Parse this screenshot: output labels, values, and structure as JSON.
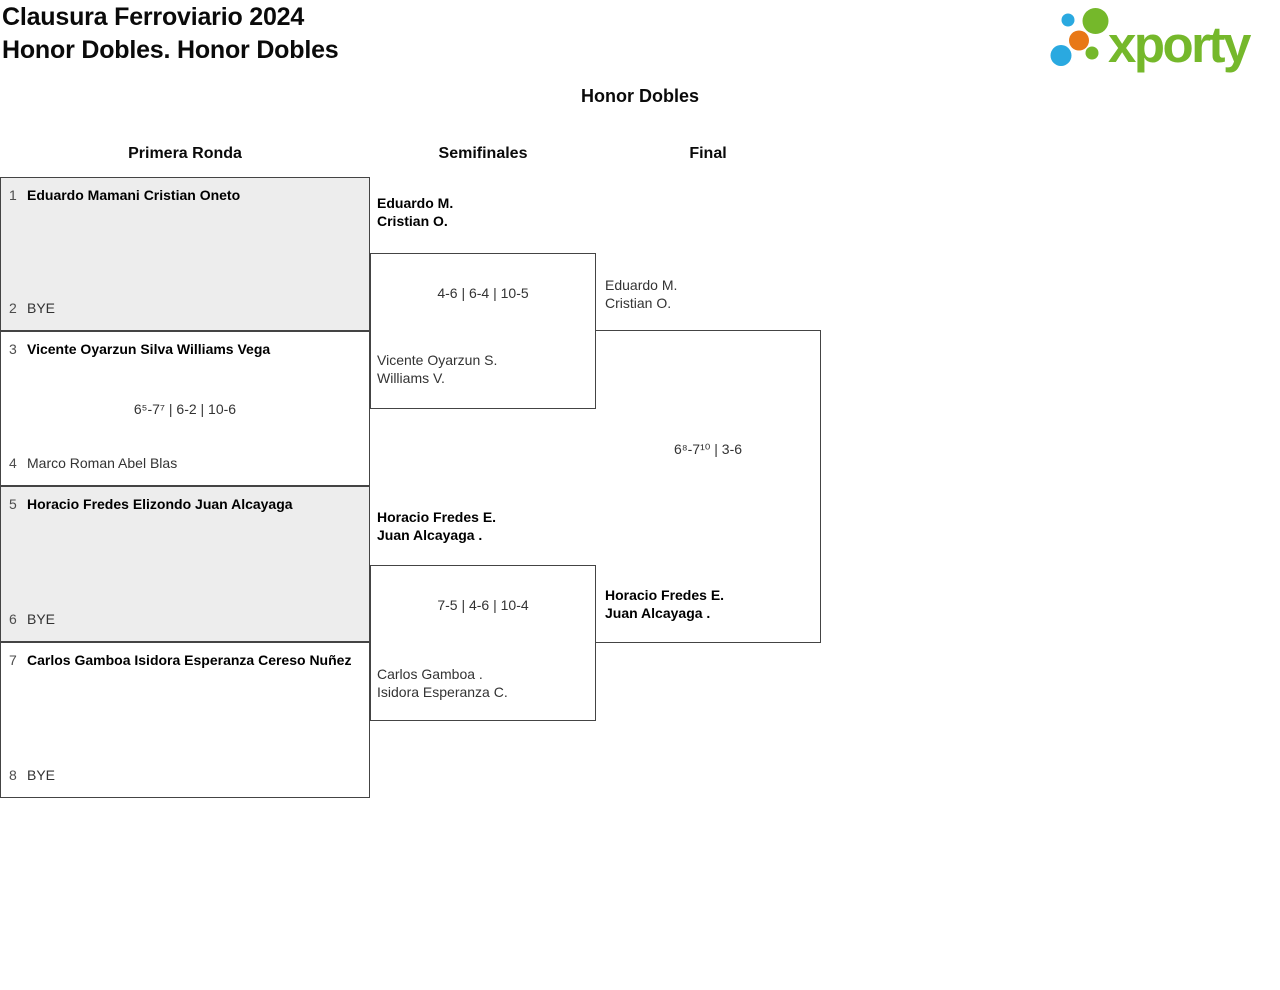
{
  "header": {
    "title_line1": "Clausura Ferroviario 2024",
    "title_line2": "Honor Dobles. Honor Dobles",
    "logo_text": "xporty"
  },
  "colors": {
    "logo_green": "#75b82b",
    "logo_blue": "#2aa9e0",
    "logo_orange": "#e87816",
    "match_fill_gray": "#ededed",
    "border": "#444444"
  },
  "bracket": {
    "title": "Honor Dobles",
    "round_headers": [
      "Primera Ronda",
      "Semifinales",
      "Final"
    ],
    "first_round": {
      "match1": {
        "top": {
          "seed": "1",
          "line1": "Eduardo Mamani",
          "line2": "Cristian Oneto"
        },
        "bottom": {
          "seed": "2",
          "line1": "BYE"
        }
      },
      "match2": {
        "top": {
          "seed": "3",
          "line1": "Vicente Oyarzun Silva",
          "line2": "Williams Vega"
        },
        "bottom": {
          "seed": "4",
          "line1": "Marco Roman",
          "line2": "Abel Blas"
        },
        "score": "6⁵-7⁷ | 6-2 | 10-6"
      },
      "match3": {
        "top": {
          "seed": "5",
          "line1": "Horacio Fredes Elizondo",
          "line2": "Juan Alcayaga"
        },
        "bottom": {
          "seed": "6",
          "line1": "BYE"
        }
      },
      "match4": {
        "top": {
          "seed": "7",
          "line1": "Carlos Gamboa",
          "line2": "Isidora Esperanza Cereso Nuñez"
        },
        "bottom": {
          "seed": "8",
          "line1": "BYE"
        }
      }
    },
    "semifinals": {
      "match1": {
        "top": {
          "line1": "Eduardo M.",
          "line2": "Cristian O."
        },
        "bottom": {
          "line1": "Vicente Oyarzun S.",
          "line2": "Williams V."
        },
        "score": "4-6 | 6-4 | 10-5"
      },
      "match2": {
        "top": {
          "line1": "Horacio Fredes E.",
          "line2": "Juan Alcayaga ."
        },
        "bottom": {
          "line1": "Carlos Gamboa .",
          "line2": "Isidora Esperanza C."
        },
        "score": "7-5 | 4-6 | 10-4"
      }
    },
    "final": {
      "top": {
        "line1": "Eduardo M.",
        "line2": "Cristian O."
      },
      "bottom": {
        "line1": "Horacio Fredes E.",
        "line2": "Juan Alcayaga ."
      },
      "score": "6⁸-7¹⁰ | 3-6"
    }
  }
}
